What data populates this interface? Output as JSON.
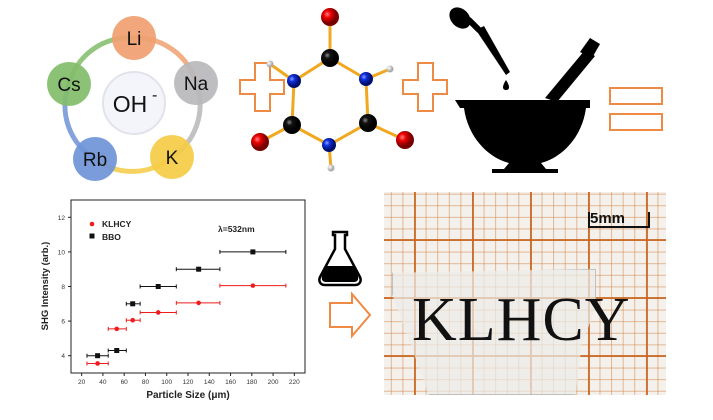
{
  "ions": {
    "center": "OH",
    "center_charge": "-",
    "cations": [
      {
        "label": "Li",
        "color": "#f0a070"
      },
      {
        "label": "Na",
        "color": "#b8b8bc"
      },
      {
        "label": "K",
        "color": "#f5cc45"
      },
      {
        "label": "Rb",
        "color": "#6f94d8"
      },
      {
        "label": "Cs",
        "color": "#82bd6a"
      }
    ]
  },
  "operator_color": "#ee8a44",
  "photo": {
    "sample_label": "KLHCY",
    "scale_bar": "5mm"
  },
  "chart_data": {
    "type": "scatter",
    "title": "",
    "xlabel": "Particle Size (μm)",
    "ylabel": "SHG Intensity (arb.)",
    "xlim": [
      10,
      230
    ],
    "ylim": [
      3,
      13
    ],
    "xticks": [
      20,
      40,
      60,
      80,
      100,
      120,
      140,
      160,
      180,
      200,
      220
    ],
    "yticks": [
      4,
      6,
      8,
      10,
      12
    ],
    "annotation": "λ=532nm",
    "legend_position": "top-left",
    "series": [
      {
        "name": "KLHCY",
        "color": "#ee1c1c",
        "marker": "circle",
        "points": [
          {
            "x": 35,
            "y": 3.55,
            "xerr": [
              25,
              45
            ]
          },
          {
            "x": 53,
            "y": 5.55,
            "xerr": [
              45,
              62
            ]
          },
          {
            "x": 68,
            "y": 6.05,
            "xerr": [
              62,
              75
            ]
          },
          {
            "x": 92,
            "y": 6.5,
            "xerr": [
              75,
              109
            ]
          },
          {
            "x": 130,
            "y": 7.05,
            "xerr": [
              109,
              150
            ]
          },
          {
            "x": 181,
            "y": 8.05,
            "xerr": [
              150,
              212
            ]
          }
        ]
      },
      {
        "name": "BBO",
        "color": "#111111",
        "marker": "square",
        "points": [
          {
            "x": 35,
            "y": 4.0,
            "xerr": [
              25,
              45
            ]
          },
          {
            "x": 53,
            "y": 4.3,
            "xerr": [
              45,
              62
            ]
          },
          {
            "x": 68,
            "y": 7.0,
            "xerr": [
              62,
              75
            ]
          },
          {
            "x": 92,
            "y": 8.0,
            "xerr": [
              75,
              109
            ]
          },
          {
            "x": 130,
            "y": 9.0,
            "xerr": [
              109,
              150
            ]
          },
          {
            "x": 181,
            "y": 10.0,
            "xerr": [
              150,
              212
            ]
          }
        ]
      }
    ]
  }
}
